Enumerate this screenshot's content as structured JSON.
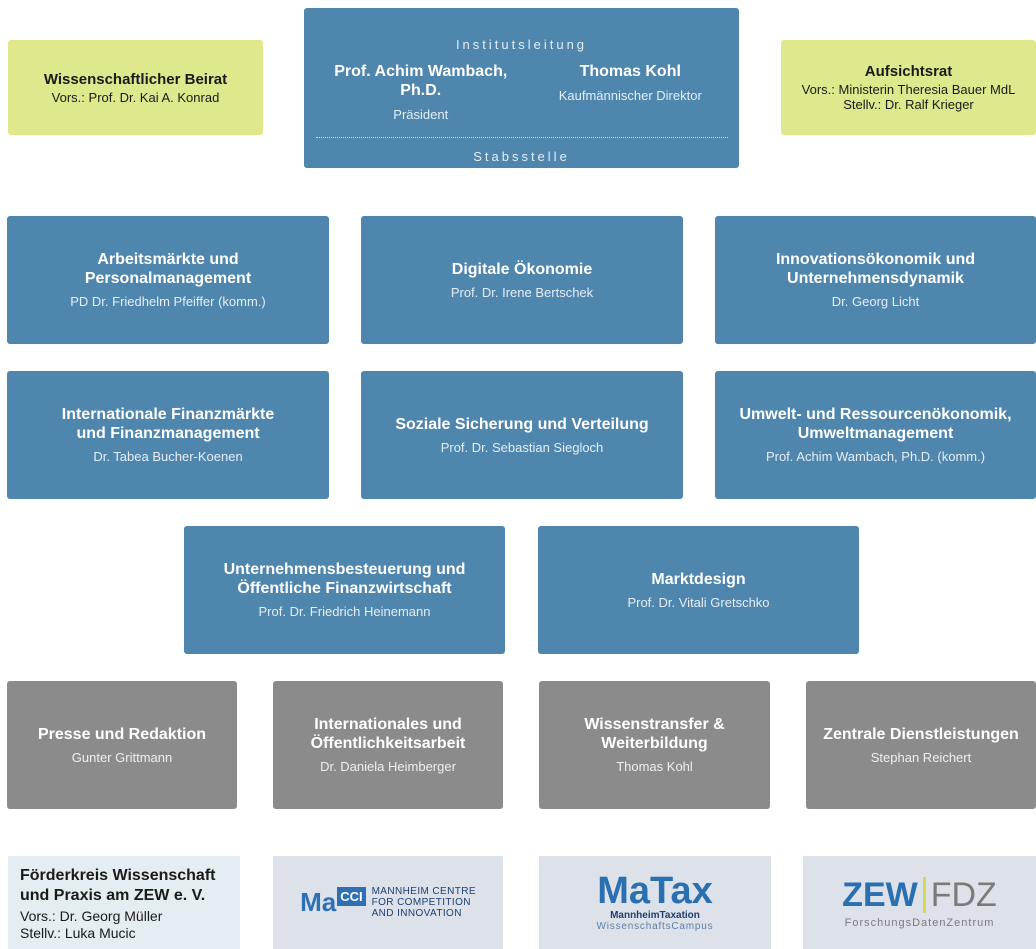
{
  "beirat": {
    "title": "Wissenschaftlicher Beirat",
    "chair": "Vors.: Prof. Dr. Kai A. Konrad"
  },
  "leitung": {
    "heading": "Institutsleitung",
    "left_name": "Prof. Achim Wambach, Ph.D.",
    "left_role": "Präsident",
    "right_name": "Thomas Kohl",
    "right_role": "Kaufmännischer Direktor",
    "staff": "Stabsstelle"
  },
  "aufsichtsrat": {
    "title": "Aufsichtsrat",
    "chair": "Vors.: Ministerin Theresia Bauer MdL",
    "deputy": "Stellv.: Dr. Ralf Krieger"
  },
  "departments": [
    {
      "title": "Arbeitsmärkte und\nPersonalmanagement",
      "head": "PD Dr. Friedhelm Pfeiffer (komm.)"
    },
    {
      "title": "Digitale Ökonomie",
      "head": "Prof. Dr. Irene Bertschek"
    },
    {
      "title": "Innovationsökonomik und\nUnternehmensdynamik",
      "head": "Dr. Georg Licht"
    },
    {
      "title": "Internationale Finanzmärkte\nund Finanzmanagement",
      "head": "Dr. Tabea Bucher-Koenen"
    },
    {
      "title": "Soziale Sicherung und Verteilung",
      "head": "Prof. Dr. Sebastian Siegloch"
    },
    {
      "title": "Umwelt- und Ressourcenökonomik,\nUmweltmanagement",
      "head": "Prof. Achim Wambach, Ph.D. (komm.)"
    },
    {
      "title": "Unternehmensbesteuerung und\nÖffentliche Finanzwirtschaft",
      "head": "Prof. Dr. Friedrich Heinemann"
    },
    {
      "title": "Marktdesign",
      "head": "Prof. Dr. Vitali Gretschko"
    }
  ],
  "services": [
    {
      "title": "Presse und Redaktion",
      "head": "Gunter Grittmann"
    },
    {
      "title": "Internationales und\nÖffentlichkeitsarbeit",
      "head": "Dr. Daniela Heimberger"
    },
    {
      "title": "Wissenstransfer &\nWeiterbildung",
      "head": "Thomas Kohl"
    },
    {
      "title": "Zentrale Dienstleistungen",
      "head": "Stephan Reichert"
    }
  ],
  "partners": {
    "foerderkreis": {
      "title": "Förderkreis Wissenschaft\nund Praxis am ZEW e. V.",
      "chair": "Vors.: Dr. Georg Müller",
      "deputy": "Stellv.: Luka Mucic"
    },
    "macci": {
      "mark": "Ma",
      "mark_box": "CCI",
      "line1": "MANNHEIM CENTRE",
      "line2": "FOR COMPETITION",
      "line3": "AND INNOVATION"
    },
    "matax": {
      "logo": "MaTax",
      "sub1": "MannheimTaxation",
      "sub2": "WissenschaftsCampus"
    },
    "fdz": {
      "zew": "ZEW",
      "fdz": "FDZ",
      "sub": "ForschungsDatenZentrum"
    }
  },
  "colors": {
    "department": "#4e86ad",
    "service": "#8b8b8b",
    "board": "#dfe88d"
  }
}
